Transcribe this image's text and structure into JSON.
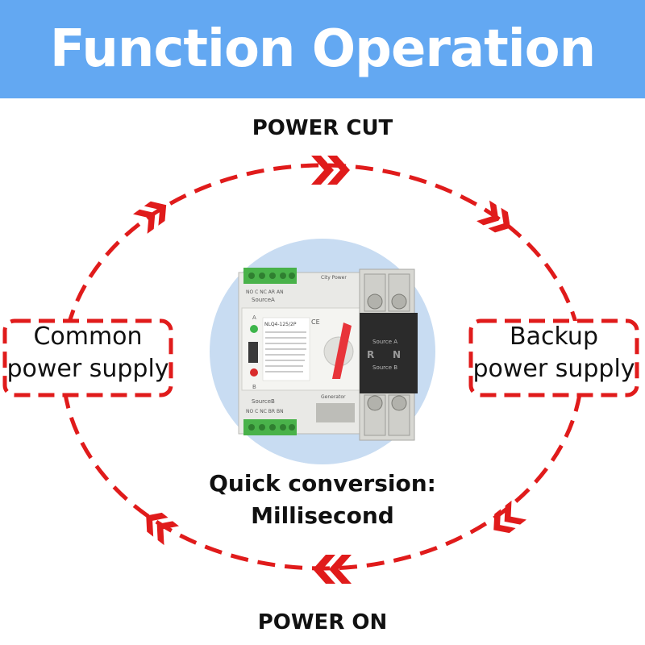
{
  "header": {
    "title": "Function Operation"
  },
  "diagram": {
    "top_label": "POWER CUT",
    "bottom_label": "POWER ON",
    "left_box": {
      "line1": "Common",
      "line2": "power supply"
    },
    "right_box": {
      "line1": "Backup",
      "line2": "power supply"
    },
    "center_caption": {
      "line1": "Quick conversion:",
      "line2": "Millisecond"
    },
    "device": {
      "model": "NLQ4-125/2P",
      "top_terminals": "NO C NC AR AN",
      "source_a_label": "SourceA",
      "source_b_label": "SourceB",
      "bottom_terminals": "NO C NC BR BN",
      "city_power_label": "City Power",
      "generator_label": "Generator",
      "mark_a": "A",
      "mark_b": "B",
      "ce_mark": "CE",
      "source_a_text": "Source A",
      "source_b_text": "Source B",
      "r_label": "R",
      "n_label": "N"
    }
  },
  "colors": {
    "banner": "#63a8f2",
    "dash": "#e01b1b",
    "circle": "#c8dcf2",
    "label_text": "#111111"
  }
}
